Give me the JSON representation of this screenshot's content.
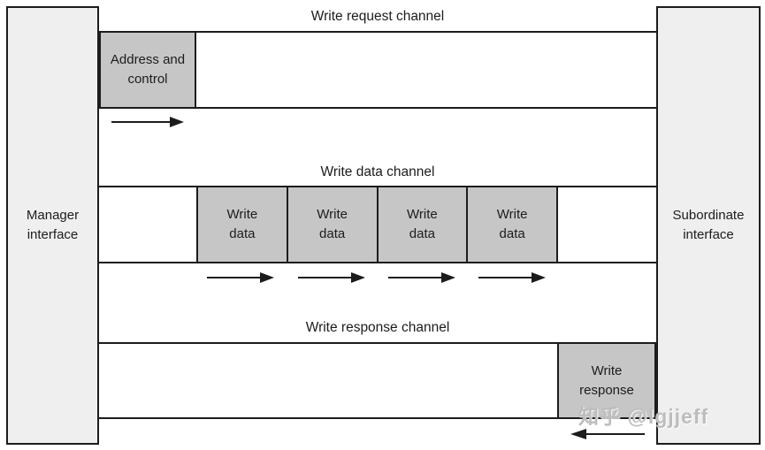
{
  "interfaces": {
    "manager": {
      "label": "Manager\ninterface"
    },
    "subordinate": {
      "label": "Subordinate\ninterface"
    }
  },
  "channels": [
    {
      "label": "Write request channel",
      "boxes": [
        {
          "label": "Address and\ncontrol"
        }
      ],
      "arrow_direction": "right"
    },
    {
      "label": "Write data channel",
      "boxes": [
        {
          "label": "Write\ndata"
        },
        {
          "label": "Write\ndata"
        },
        {
          "label": "Write\ndata"
        },
        {
          "label": "Write\ndata"
        }
      ],
      "arrow_direction": "right"
    },
    {
      "label": "Write response channel",
      "boxes": [
        {
          "label": "Write\nresponse"
        }
      ],
      "arrow_direction": "left"
    }
  ],
  "watermark": {
    "text": "知乎 @lgjjeff"
  },
  "colors": {
    "background": "#ffffff",
    "interface_fill": "#efefef",
    "box_fill": "#c6c6c6",
    "line": "#1c1c1c",
    "watermark": "#bdbdbd"
  }
}
